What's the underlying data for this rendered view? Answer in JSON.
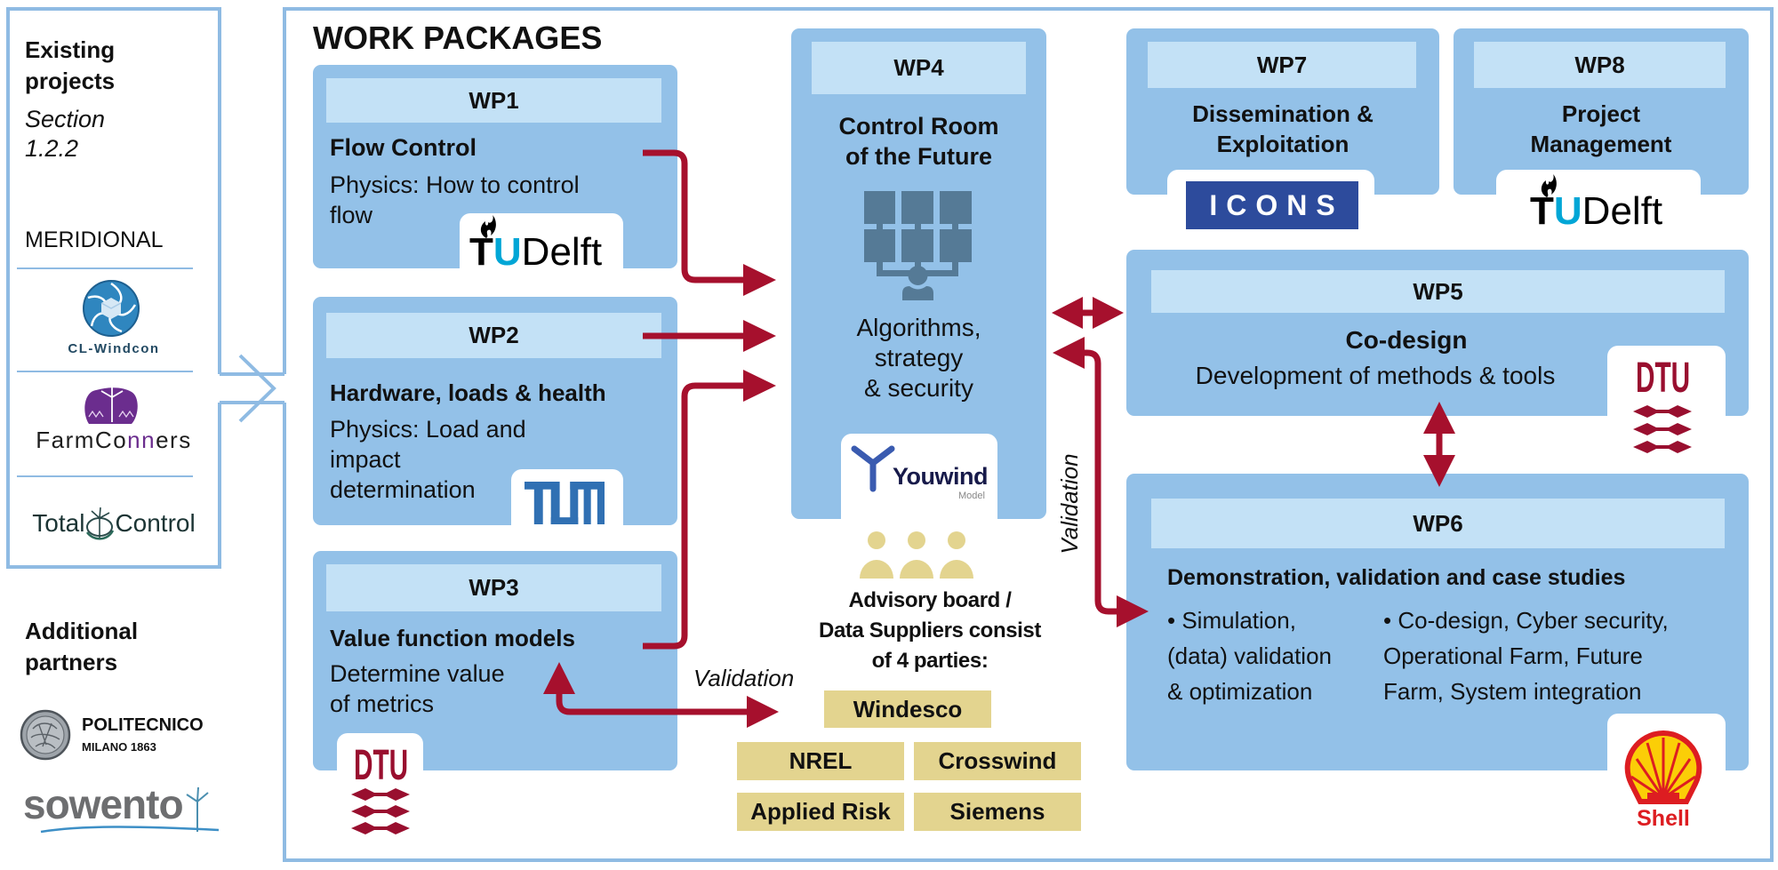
{
  "left_panel": {
    "heading": [
      "Existing",
      "projects"
    ],
    "section_ref": [
      "Section",
      "1.2.2"
    ],
    "existing_projects": {
      "meridional": "MERIDIONAL",
      "clwindcon": "CL-Windcon",
      "farmconners": [
        "FarmCo",
        "nn",
        "ers"
      ],
      "totalcontrol": [
        "Total",
        "Control"
      ]
    },
    "additional_heading": [
      "Additional",
      "partners"
    ],
    "additional_partners": {
      "polimi": [
        "POLITECNICO",
        "MILANO 1863"
      ],
      "sowento": "sowento"
    }
  },
  "main": {
    "title": "WORK PACKAGES",
    "work_packages": [
      {
        "id": "WP1",
        "title": "Flow Control",
        "description": [
          "Physics: How to control",
          "flow"
        ]
      },
      {
        "id": "WP2",
        "title": "Hardware, loads & health",
        "description": [
          "Physics: Load and",
          "impact",
          "determination"
        ]
      },
      {
        "id": "WP3",
        "title": "Value function models",
        "description": [
          "Determine value",
          "of metrics"
        ]
      },
      {
        "id": "WP4",
        "title": [
          "Control Room",
          "of the Future"
        ],
        "description": [
          "Algorithms,",
          "strategy",
          "& security"
        ]
      },
      {
        "id": "WP5",
        "title": "Co-design",
        "description": "Development of methods & tools"
      },
      {
        "id": "WP6",
        "title": "Demonstration, validation and case studies",
        "bullets": [
          [
            "• Simulation,",
            "(data) validation",
            "& optimization"
          ],
          [
            "• Co-design, Cyber security,",
            "Operational Farm, Future",
            "Farm, System integration"
          ]
        ]
      },
      {
        "id": "WP7",
        "title": [
          "Dissemination &",
          "Exploitation"
        ]
      },
      {
        "id": "WP8",
        "title": [
          "Project",
          "Management"
        ]
      }
    ],
    "arrow_labels": {
      "wp3_validation": "Validation",
      "wp6_validation": "Validation"
    },
    "advisory_board": {
      "title": [
        "Advisory board /",
        "Data Suppliers consist",
        "of 4 parties:"
      ],
      "members": [
        "Windesco",
        "NREL",
        "Crosswind",
        "Applied Risk",
        "Siemens"
      ]
    }
  },
  "logos": {
    "tudelft": {
      "t": "T",
      "u": "U",
      "rest": "Delft"
    },
    "dtu": "DTU",
    "youwind": {
      "name": "Youwind",
      "tagline": "Model"
    },
    "icons": "ICONS",
    "shell": "Shell"
  },
  "icons": [
    "chevron-right-icon",
    "control-room-icon",
    "people-icon",
    "tu-delft-flame-icon",
    "tum-logo-icon",
    "dtu-waves-icon",
    "youwind-turbine-icon",
    "shell-pecten-icon",
    "clwindcon-aperture-icon",
    "farmconners-turbine-icon",
    "totalcontrol-turbine-icon",
    "polimi-seal-icon",
    "sowento-turbine-icon"
  ],
  "colors": {
    "frame": "#8fbbe3",
    "box_fill": "#93c1e8",
    "header_fill": "#c3e1f6",
    "arrow": "#a6102d",
    "supplier_fill": "#e3d48f",
    "people_icon": "#e3d48f",
    "control_room_icon": "#557a96",
    "tu_blue": "#00a6d6",
    "tum_blue": "#3070b3",
    "dtu_red": "#990f2f",
    "icons_blue": "#2d4b9c",
    "shell_yellow": "#fbce07",
    "shell_red": "#dd1d21",
    "youwind_blue": "#3a5bb0",
    "youwind_navy": "#171a4a",
    "clwindcon_blue": "#2f86bf",
    "farmconners_purple": "#6b2d8e",
    "sowento_gray": "#6d6e70"
  }
}
